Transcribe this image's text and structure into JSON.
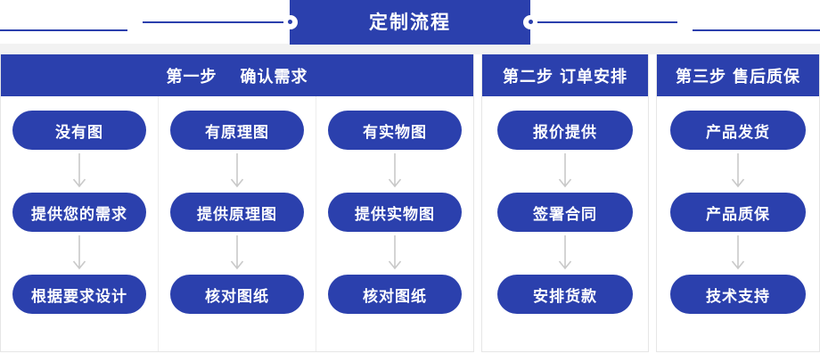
{
  "header": {
    "title": "定制流程",
    "accent_color": "#2b40ad",
    "strip_color": "#f2f2f2"
  },
  "panels": [
    {
      "id": "panel-confirm-requirements",
      "header": {
        "step": "第一步",
        "label": "确认需求",
        "wide_gap": true
      },
      "columns": [
        {
          "id": "column-no-drawing",
          "steps": [
            "没有图",
            "提供您的需求",
            "根据要求设计"
          ]
        },
        {
          "id": "column-schematic-drawing",
          "steps": [
            "有原理图",
            "提供原理图",
            "核对图纸"
          ]
        },
        {
          "id": "column-physical-photo",
          "steps": [
            "有实物图",
            "提供实物图",
            "核对图纸"
          ]
        }
      ]
    },
    {
      "id": "panel-order-arrangement",
      "header": {
        "step": "第二步",
        "label": "订单安排",
        "wide_gap": false
      },
      "columns": [
        {
          "id": "column-order-flow",
          "steps": [
            "报价提供",
            "签署合同",
            "安排货款"
          ]
        }
      ]
    },
    {
      "id": "panel-after-sales",
      "header": {
        "step": "第三步",
        "label": "售后质保",
        "wide_gap": false
      },
      "columns": [
        {
          "id": "column-after-sales-flow",
          "steps": [
            "产品发货",
            "产品质保",
            "技术支持"
          ]
        }
      ]
    }
  ],
  "icons": {
    "arrow_down": "arrow-down-icon",
    "arrow_left": "arrow-left-icon",
    "arrow_right": "arrow-right-icon"
  }
}
